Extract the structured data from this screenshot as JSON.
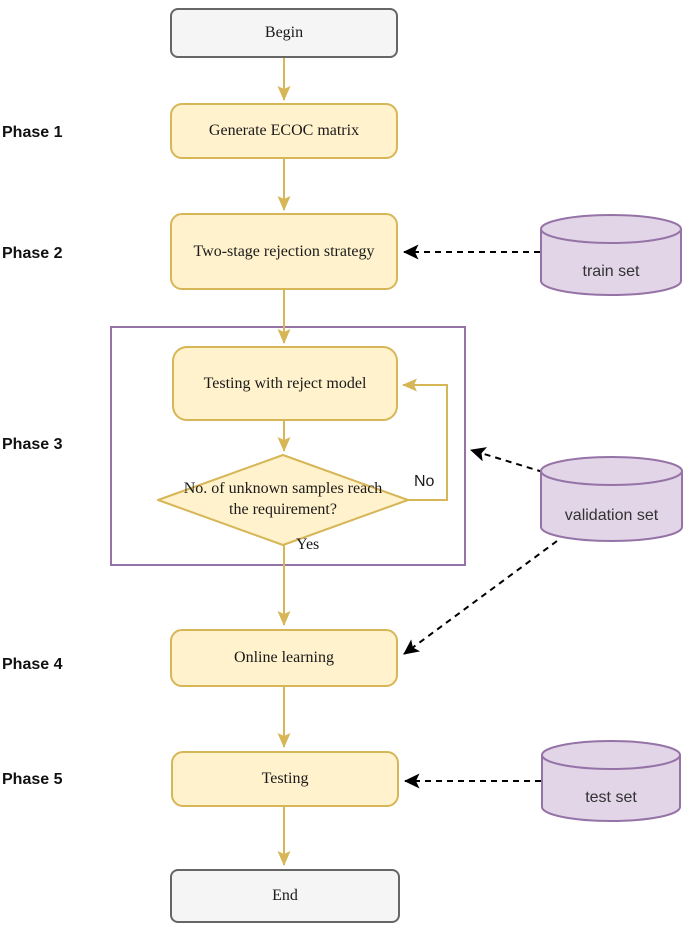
{
  "diagram": {
    "type": "flowchart",
    "phase_labels": [
      "Phase 1",
      "Phase 2",
      "Phase 3",
      "Phase 4",
      "Phase 5"
    ],
    "nodes": {
      "begin": "Begin",
      "generate_ecoc": "Generate ECOC matrix",
      "two_stage": "Two-stage rejection strategy",
      "testing_reject": "Testing with reject model",
      "decision": "No. of unknown samples reach the requirement?",
      "online_learning": "Online learning",
      "testing": "Testing",
      "end": "End"
    },
    "edge_labels": {
      "no": "No",
      "yes": "Yes"
    },
    "datastores": {
      "train": "train set",
      "validation": "validation set",
      "test": "test set"
    },
    "colors": {
      "process_fill": "#fff2cc",
      "process_stroke": "#d6b656",
      "terminal_fill": "#f5f5f5",
      "terminal_stroke": "#666666",
      "datastore_fill": "#e1d5e7",
      "datastore_stroke": "#9673a6",
      "flow_arrow": "#d6b656",
      "data_arrow": "#000000",
      "phase3_container_stroke": "#9673a6",
      "text": "#1a1a1a"
    }
  }
}
